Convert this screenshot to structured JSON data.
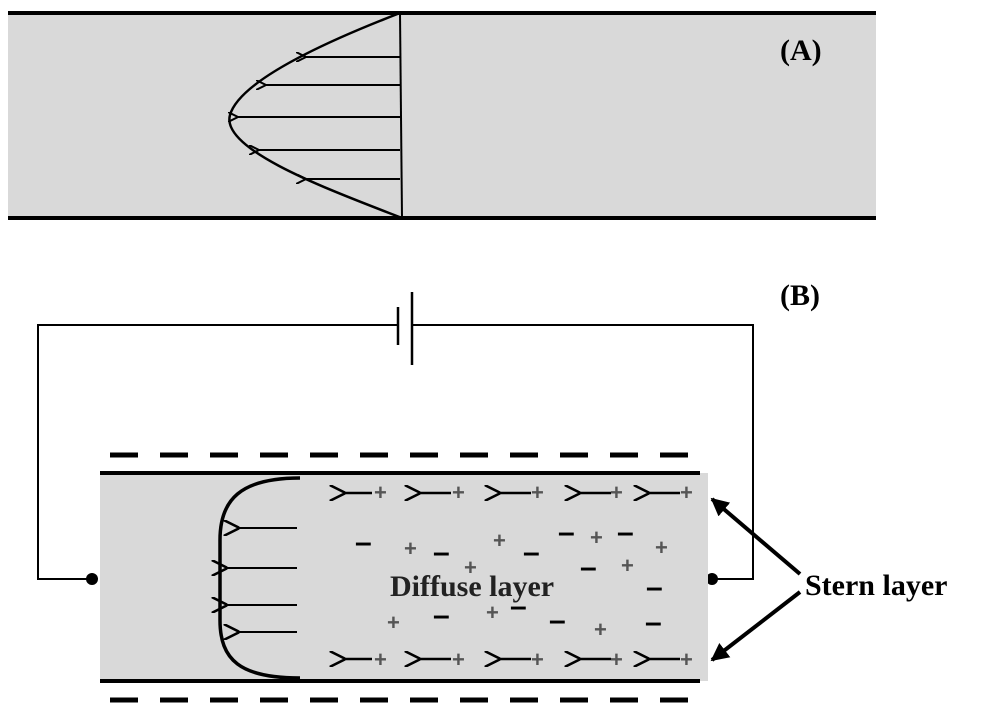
{
  "panel_a": {
    "label": "(A)"
  },
  "panel_b": {
    "label": "(B)",
    "diffuse_label": "Diffuse layer",
    "stern_label": "Stern layer",
    "plus_symbol": "+",
    "minus_symbol": "–"
  },
  "colors": {
    "channel_fill": "#d9d9d9",
    "line": "#000000",
    "plus_ion": "#555555"
  }
}
